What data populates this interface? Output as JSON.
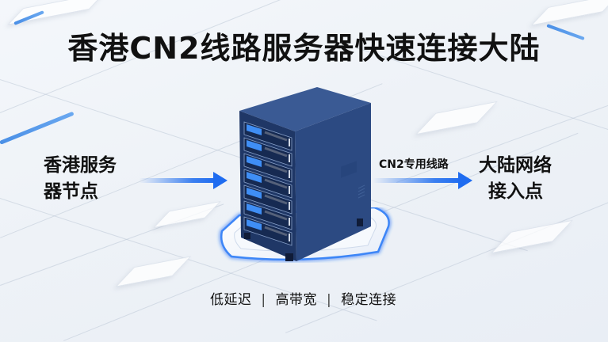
{
  "title": "香港CN2线路服务器快速连接大陆",
  "left_node": {
    "line1": "香港服务",
    "line2": "器节点"
  },
  "right_node": {
    "line1": "大陆网络",
    "line2": "接入点"
  },
  "connection_label": "CN2专用线路",
  "tagline": {
    "item1": "低延迟",
    "sep": "|",
    "item2": "高带宽",
    "item3": "稳定连接"
  },
  "colors": {
    "arrow_blue": "#1f6cf0",
    "rack_blue": "#2c4a82",
    "glow_blue": "#2f7bf5",
    "background": "#eef2f7"
  },
  "icons": {
    "server": "server-rack-icon",
    "arrow": "arrow-right-icon"
  }
}
